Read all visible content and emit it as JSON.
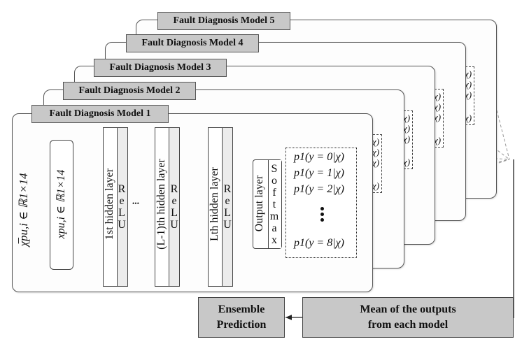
{
  "models": [
    {
      "title": "Fault Diagnosis Model 5",
      "stub_lines": [
        "χ)",
        "χ)",
        "χ)",
        "χ)"
      ]
    },
    {
      "title": "Fault Diagnosis Model 4",
      "stub_lines": [
        "χ)",
        "χ)",
        "χ)",
        "χ)"
      ]
    },
    {
      "title": "Fault Diagnosis Model 3",
      "stub_lines": [
        "χ)",
        "χ)",
        "χ)",
        "χ)"
      ]
    },
    {
      "title": "Fault Diagnosis Model 2",
      "stub_lines": [
        "χ)",
        "χ)",
        "χ)",
        "χ)"
      ]
    },
    {
      "title": "Fault Diagnosis Model 1",
      "stub_lines": [
        "χ)",
        "χ)",
        "χ)",
        "χ)"
      ]
    }
  ],
  "input": {
    "outer_label": "χ̅pu,i ∈ ℝ1×14",
    "inner_label": "xpu,i ∈ ℝ1×14"
  },
  "layers": [
    {
      "label": "1st hidden layer",
      "activation": [
        "R",
        "e",
        "L",
        "U"
      ]
    },
    {
      "label": "(L-1)th hidden layer",
      "activation": [
        "R",
        "e",
        "L",
        "U"
      ]
    },
    {
      "label": "Lth hidden layer",
      "activation": [
        "R",
        "e",
        "L",
        "U"
      ]
    }
  ],
  "dots": "• • •",
  "output_layer": {
    "label": "Output layer",
    "softmax": [
      "S",
      "o",
      "f",
      "t",
      "m",
      "a",
      "x"
    ]
  },
  "probabilities": [
    "p1(y = 0|χ)",
    "p1(y = 1|χ)",
    "p1(y = 2|χ)",
    "p1(y = 8|χ)"
  ],
  "mean_box": {
    "line1": "Mean of the outputs",
    "line2": "from each model"
  },
  "ensemble_box": {
    "line1": "Ensemble",
    "line2": "Prediction"
  }
}
